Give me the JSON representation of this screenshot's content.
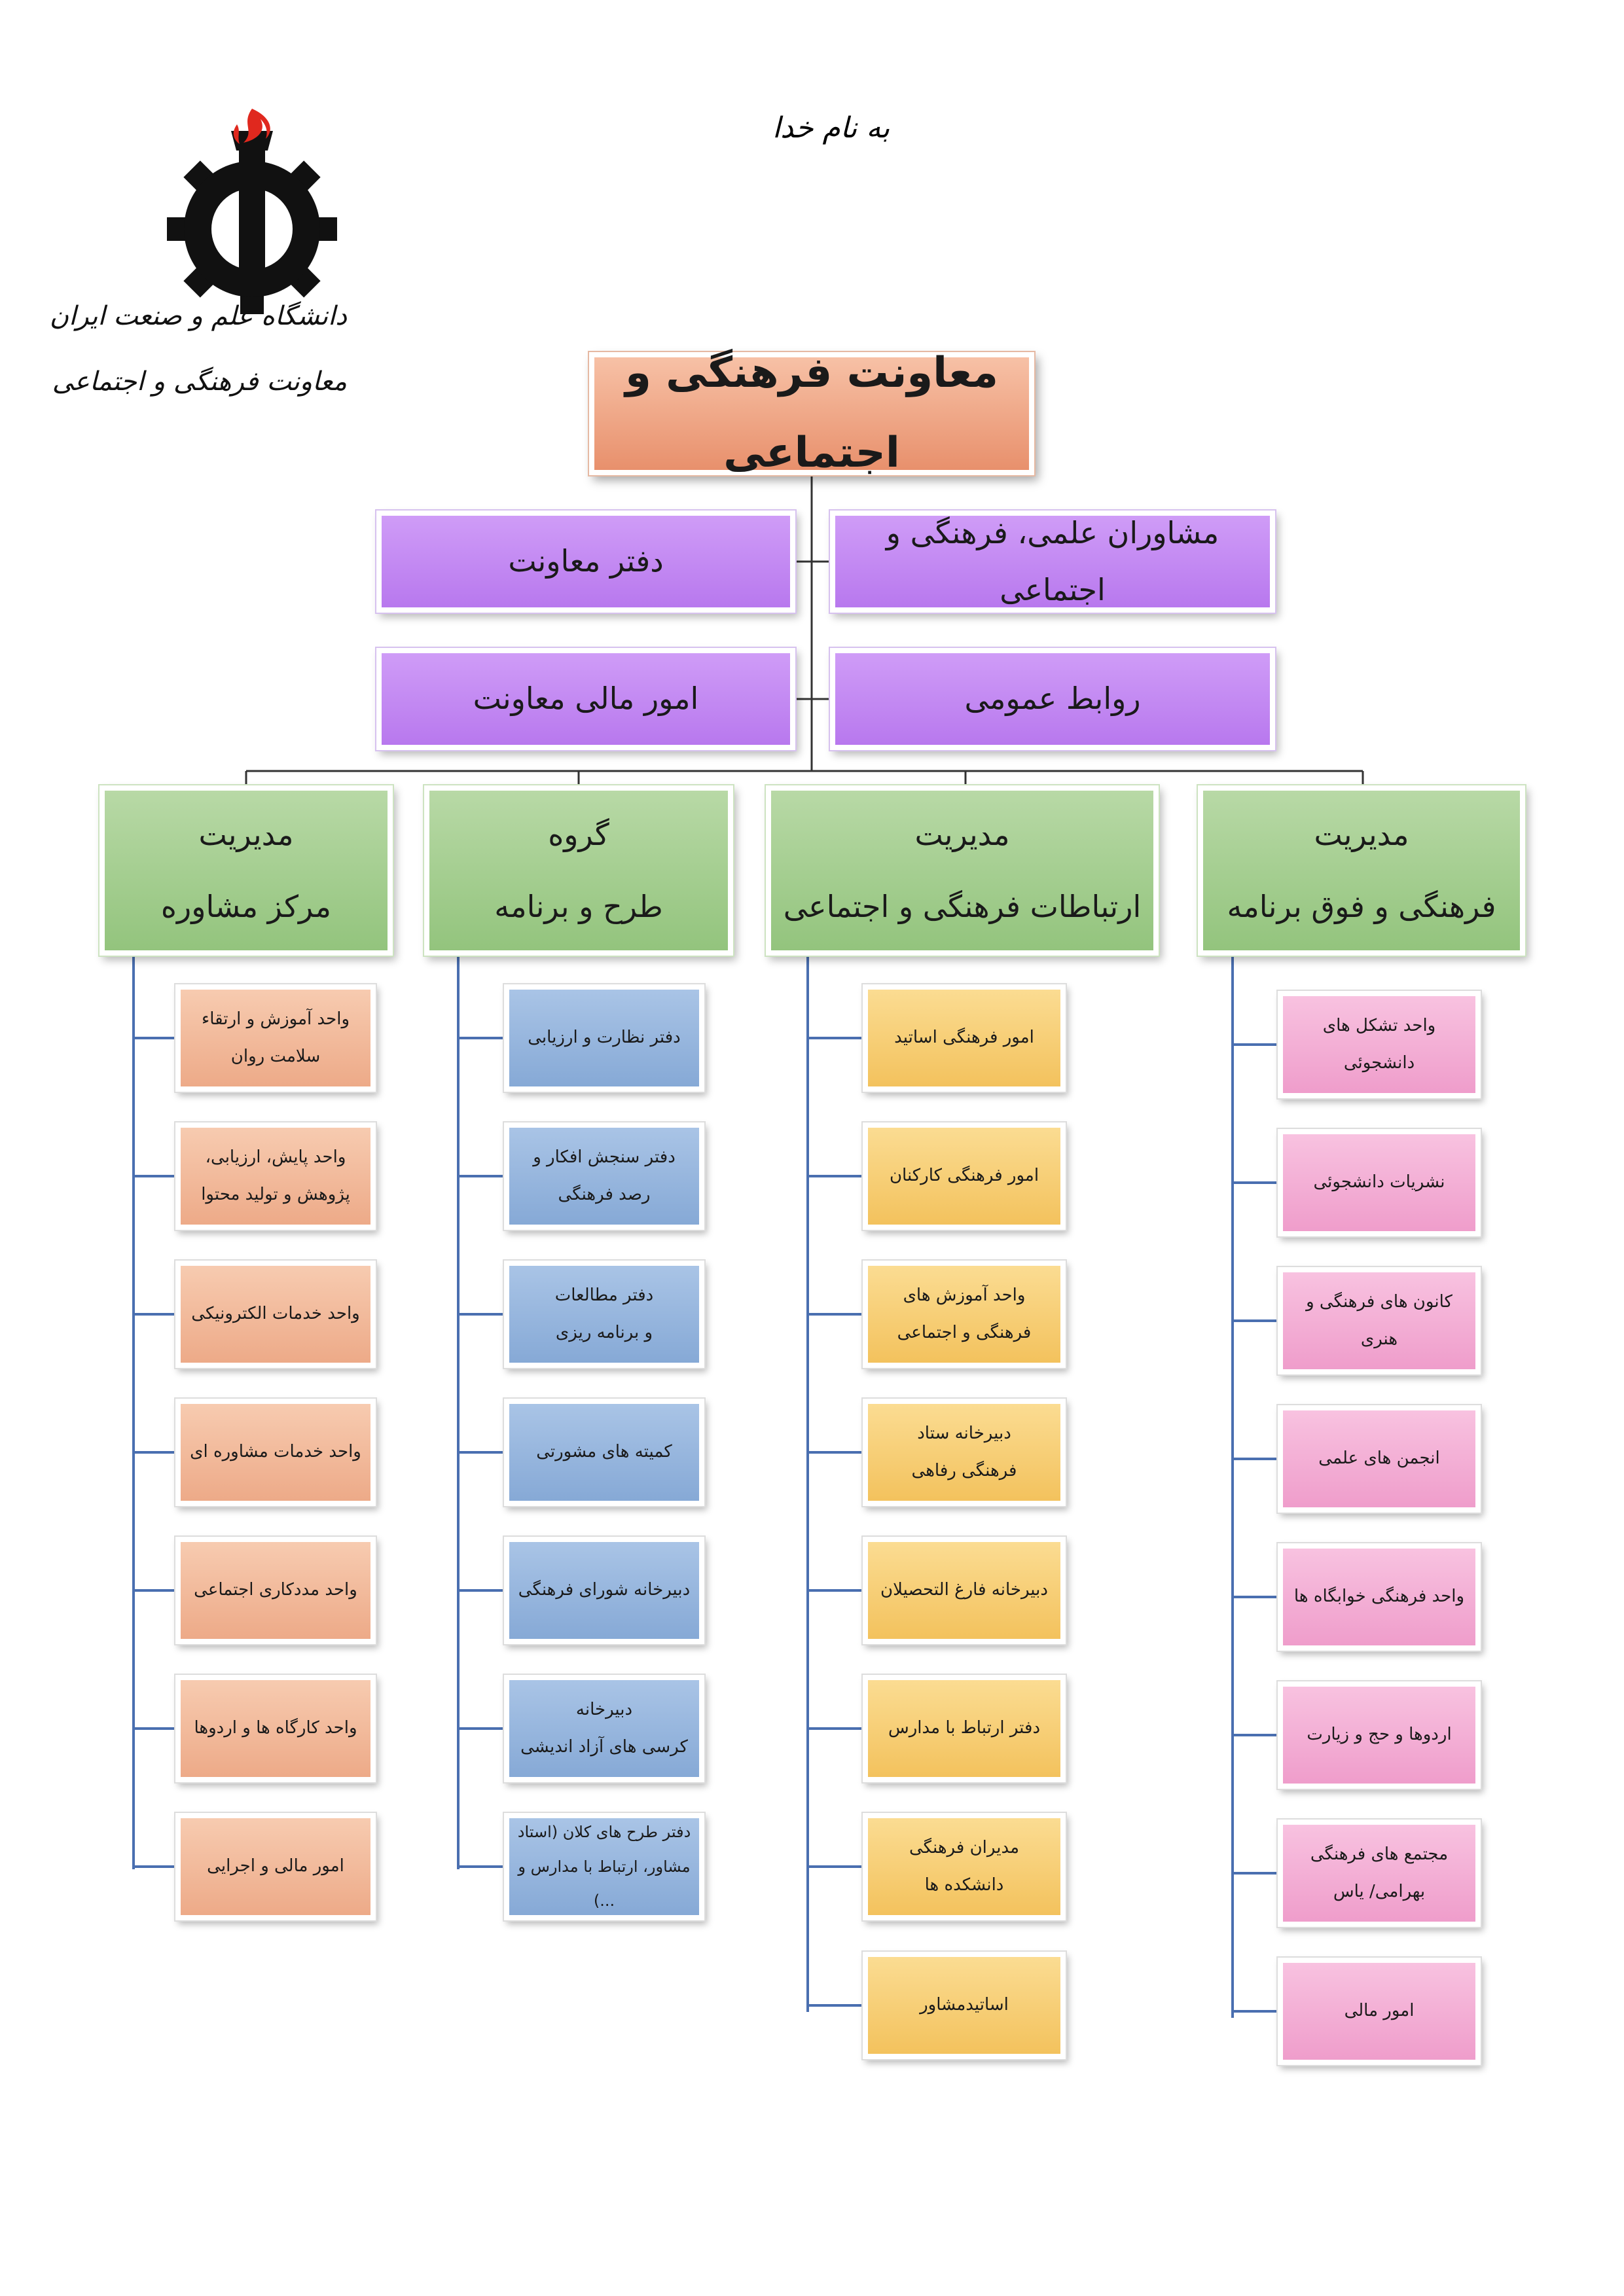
{
  "header": {
    "bismillah": "به نام خدا",
    "logo_line1": "دانشگاه علم و صنعت ایران",
    "logo_line2": "معاونت فرهنگی و اجتماعی"
  },
  "root": "معاونت فرهنگی و اجتماعی",
  "staff": {
    "advisors": "مشاوران علمی، فرهنگی و اجتماعی",
    "office": "دفتر معاونت",
    "public_relations": "روابط عمومی",
    "finance": "امور مالی معاونت"
  },
  "departments": [
    {
      "line1": "مدیریت",
      "line2": "فرهنگی و فوق برنامه",
      "units": [
        [
          "واحد تشکل های",
          "دانشجوئی"
        ],
        [
          "نشریات دانشجوئی"
        ],
        [
          "کانون های فرهنگی و هنری"
        ],
        [
          "انجمن های علمی"
        ],
        [
          "واحد فرهنگی خوابگاه ها"
        ],
        [
          "اردوها و حج و زیارت"
        ],
        [
          "مجتمع های فرهنگی",
          "بهرامی/ یاس"
        ],
        [
          "امور مالی"
        ]
      ]
    },
    {
      "line1": "مدیریت",
      "line2": "ارتباطات فرهنگی و اجتماعی",
      "units": [
        [
          "امور فرهنگی اساتید"
        ],
        [
          "امور فرهنگی کارکنان"
        ],
        [
          "واحد آموزش های",
          "فرهنگی و اجتماعی"
        ],
        [
          "دبیرخانه ستاد",
          "فرهنگی رفاهی"
        ],
        [
          "دبیرخانه فارغ التحصیلان"
        ],
        [
          "دفتر ارتباط با مدارس"
        ],
        [
          "مدیران فرهنگی",
          "دانشکده ها"
        ],
        [
          "اساتیدمشاور"
        ]
      ]
    },
    {
      "line1": "گروه",
      "line2": "طرح و برنامه",
      "units": [
        [
          "دفتر نظارت و ارزیابی"
        ],
        [
          "دفتر سنجش افکار و",
          "رصد فرهنگی"
        ],
        [
          "دفتر مطالعات",
          "و برنامه ریزی"
        ],
        [
          "کمیته های مشورتی"
        ],
        [
          "دبیرخانه شورای فرهنگی"
        ],
        [
          "دبیرخانه",
          "کرسی های آزاد اندیشی"
        ],
        [
          "دفتر طرح های کلان (استاد",
          "مشاور، ارتباط با مدارس و ...)"
        ]
      ]
    },
    {
      "line1": "مدیریت",
      "line2": "مرکز مشاوره",
      "units": [
        [
          "واحد آموزش و ارتقاء",
          "سلامت روان"
        ],
        [
          "واحد پایش، ارزیابی،",
          "پژوهش و تولید محتوا"
        ],
        [
          "واحد خدمات الکترونیکی"
        ],
        [
          "واحد خدمات مشاوره ای"
        ],
        [
          "واحد مددکاری اجتماعی"
        ],
        [
          "واحد کارگاه ها و اردوها"
        ],
        [
          "امور مالی و اجرایی"
        ]
      ]
    }
  ]
}
